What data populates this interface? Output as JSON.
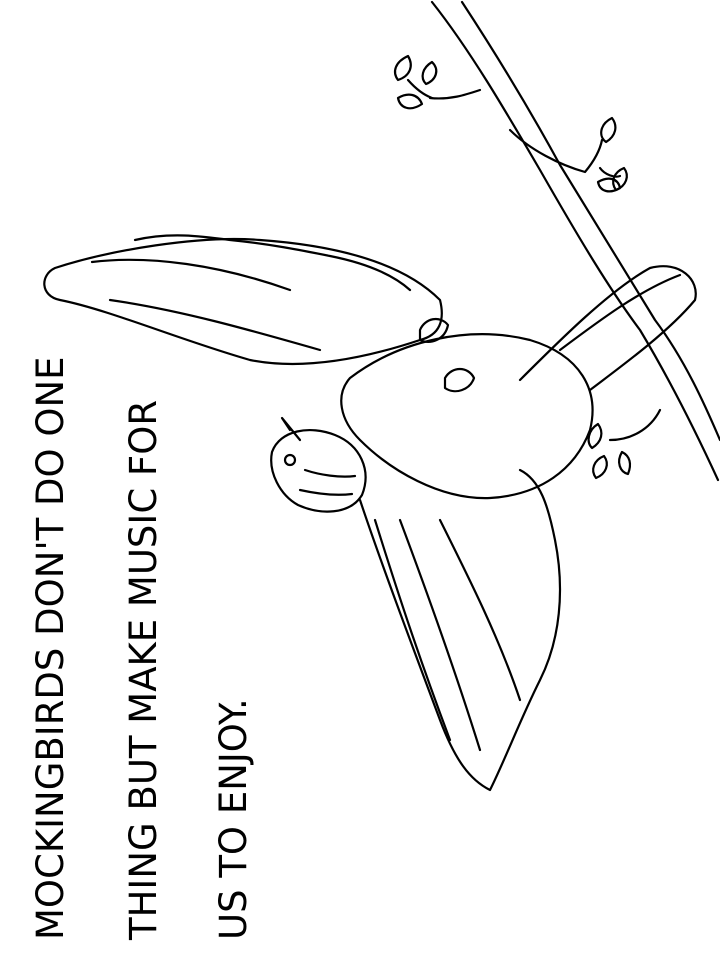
{
  "caption": {
    "lines": [
      "MOCKINGBIRDS DON'T DO ONE",
      "THING BUT MAKE MUSIC FOR",
      "US TO ENJOY."
    ]
  },
  "colors": {
    "background": "#ffffff",
    "ink": "#000000"
  },
  "illustration": {
    "subject": "mockingbird-icon",
    "branch": "branch-icon"
  }
}
